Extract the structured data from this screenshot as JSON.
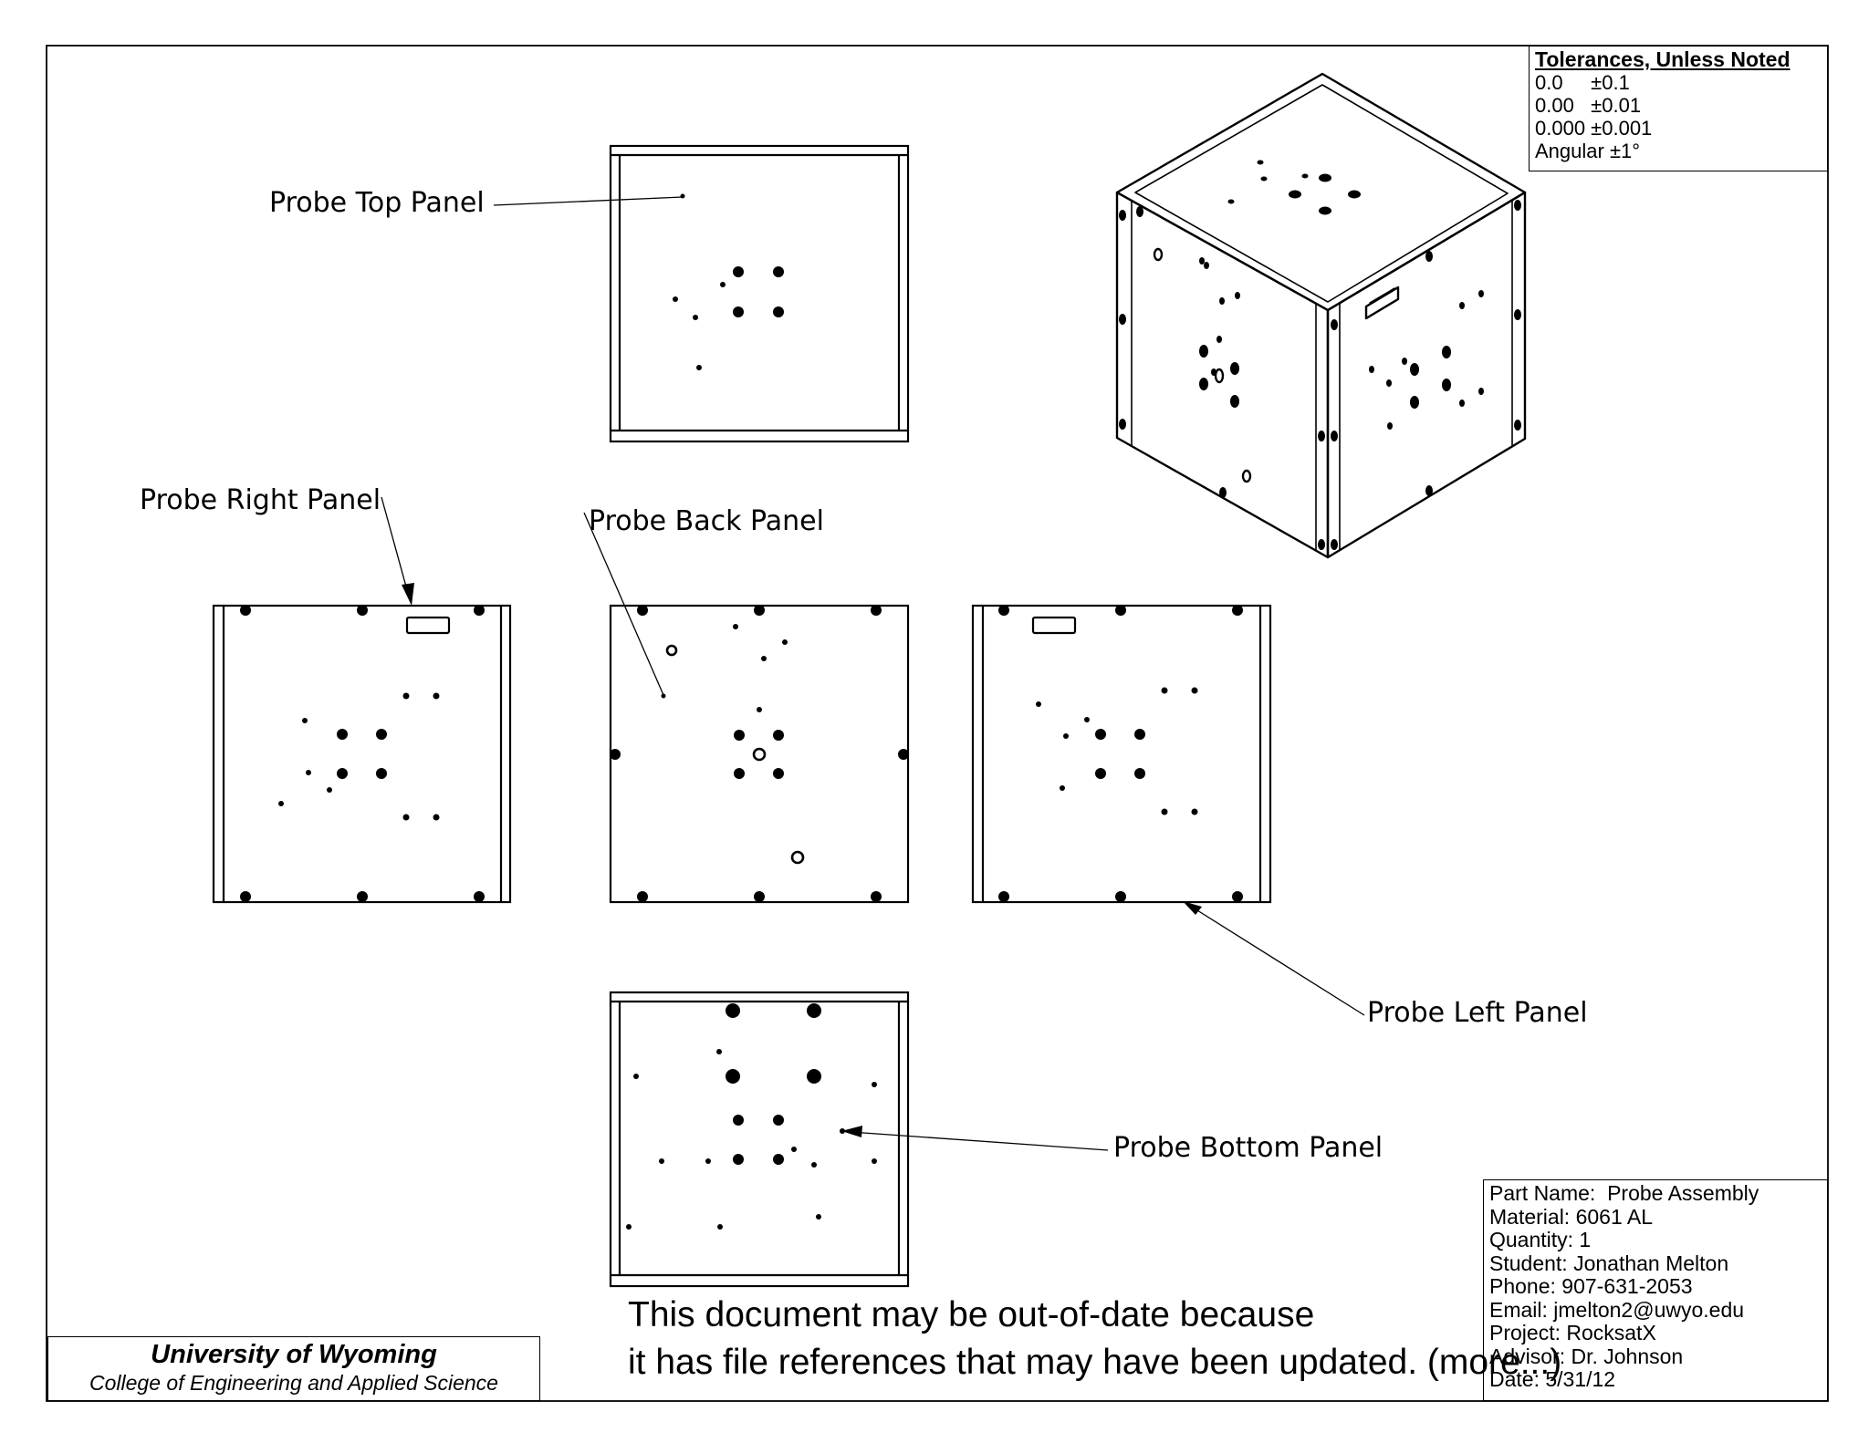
{
  "labels": {
    "top": "Probe Top Panel",
    "right": "Probe Right Panel",
    "back": "Probe Back Panel",
    "left": "Probe Left Panel",
    "bottom": "Probe Bottom Panel"
  },
  "tolerances": {
    "title": "Tolerances, Unless Noted",
    "rows": [
      "0.0     ±0.1",
      "0.00   ±0.01",
      "0.000 ±0.001",
      "Angular ±1°"
    ]
  },
  "info": {
    "part_name": "Part Name:  Probe Assembly",
    "material": "Material: 6061 AL",
    "quantity": "Quantity: 1",
    "student": "Student: Jonathan Melton",
    "phone": "Phone: 907-631-2053",
    "email": "Email: jmelton2@uwyo.edu",
    "project": "Project: RocksatX",
    "advisor": "Advisor: Dr. Johnson",
    "date": "Date: 5/31/12"
  },
  "university": {
    "name": "University of Wyoming",
    "college": "College of Engineering and Applied Science"
  },
  "warning": {
    "line1": "This document may be out-of-date because",
    "line2": "it has file references that may have been updated. (more...)"
  }
}
